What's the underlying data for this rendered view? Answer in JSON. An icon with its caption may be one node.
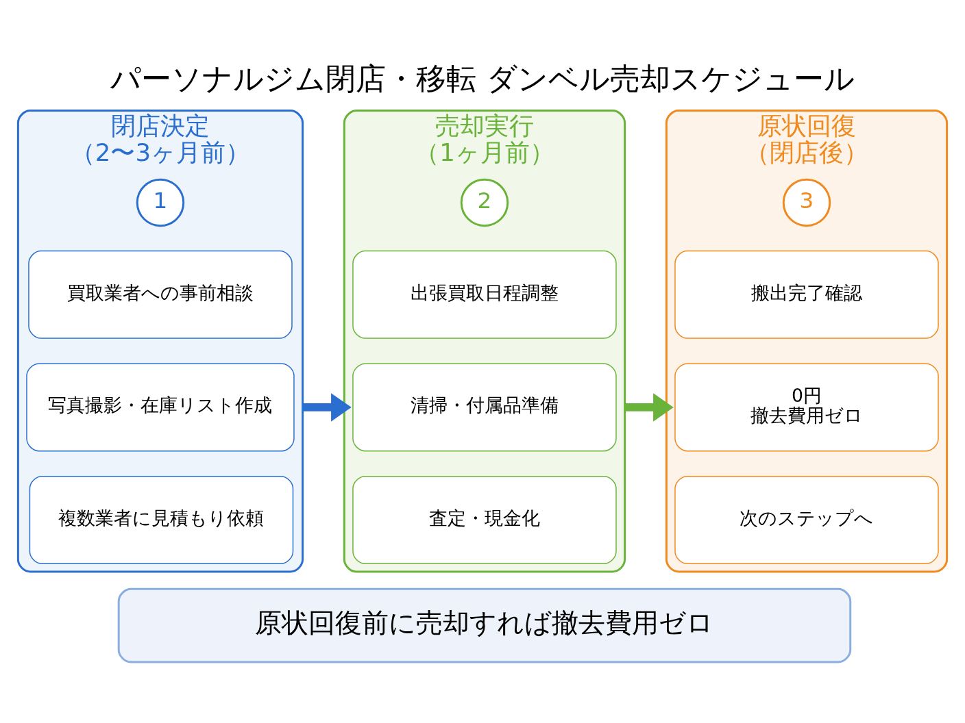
{
  "diagram": {
    "title": "パーソナルジム閉店・移転 ダンベル売却スケジュール",
    "nodes": [
      {
        "text": [
          "閉店決定",
          "（2〜3ヶ月前）"
        ]
      },
      {
        "text": [
          "1"
        ],
        "in": 0
      },
      {
        "text": [
          "買取業者への事前相談"
        ],
        "in": 0
      },
      {
        "text": [
          "写真撮影・在庫リスト作成"
        ],
        "in": 0
      },
      {
        "text": [
          "複数業者に見積もり依頼"
        ],
        "in": 0
      },
      {
        "text": [
          "売却実行",
          "（1ヶ月前）"
        ]
      },
      {
        "text": [
          "2"
        ],
        "in": 5
      },
      {
        "text": [
          "出張買取日程調整"
        ],
        "in": 5
      },
      {
        "text": [
          "清掃・付属品準備"
        ],
        "in": 5
      },
      {
        "text": [
          "査定・現金化"
        ],
        "in": 5
      },
      {
        "text": [
          "原状回復",
          "（閉店後）"
        ]
      },
      {
        "text": [
          "3"
        ],
        "in": 10
      },
      {
        "text": [
          "搬出完了確認"
        ],
        "in": 10
      },
      {
        "text": [
          "0円",
          "撤去費用ゼロ"
        ],
        "in": 10
      },
      {
        "text": [
          "次のステップへ"
        ],
        "in": 10
      },
      {
        "text": [
          "原状回復前に売却すれば撤去費用ゼロ"
        ]
      }
    ],
    "edges": [
      {
        "from": 0,
        "to": 5,
        "arrow": "to",
        "color": "#2a6fd0"
      },
      {
        "from": 5,
        "to": 10,
        "arrow": "to",
        "color": "#6ab33a"
      }
    ]
  }
}
